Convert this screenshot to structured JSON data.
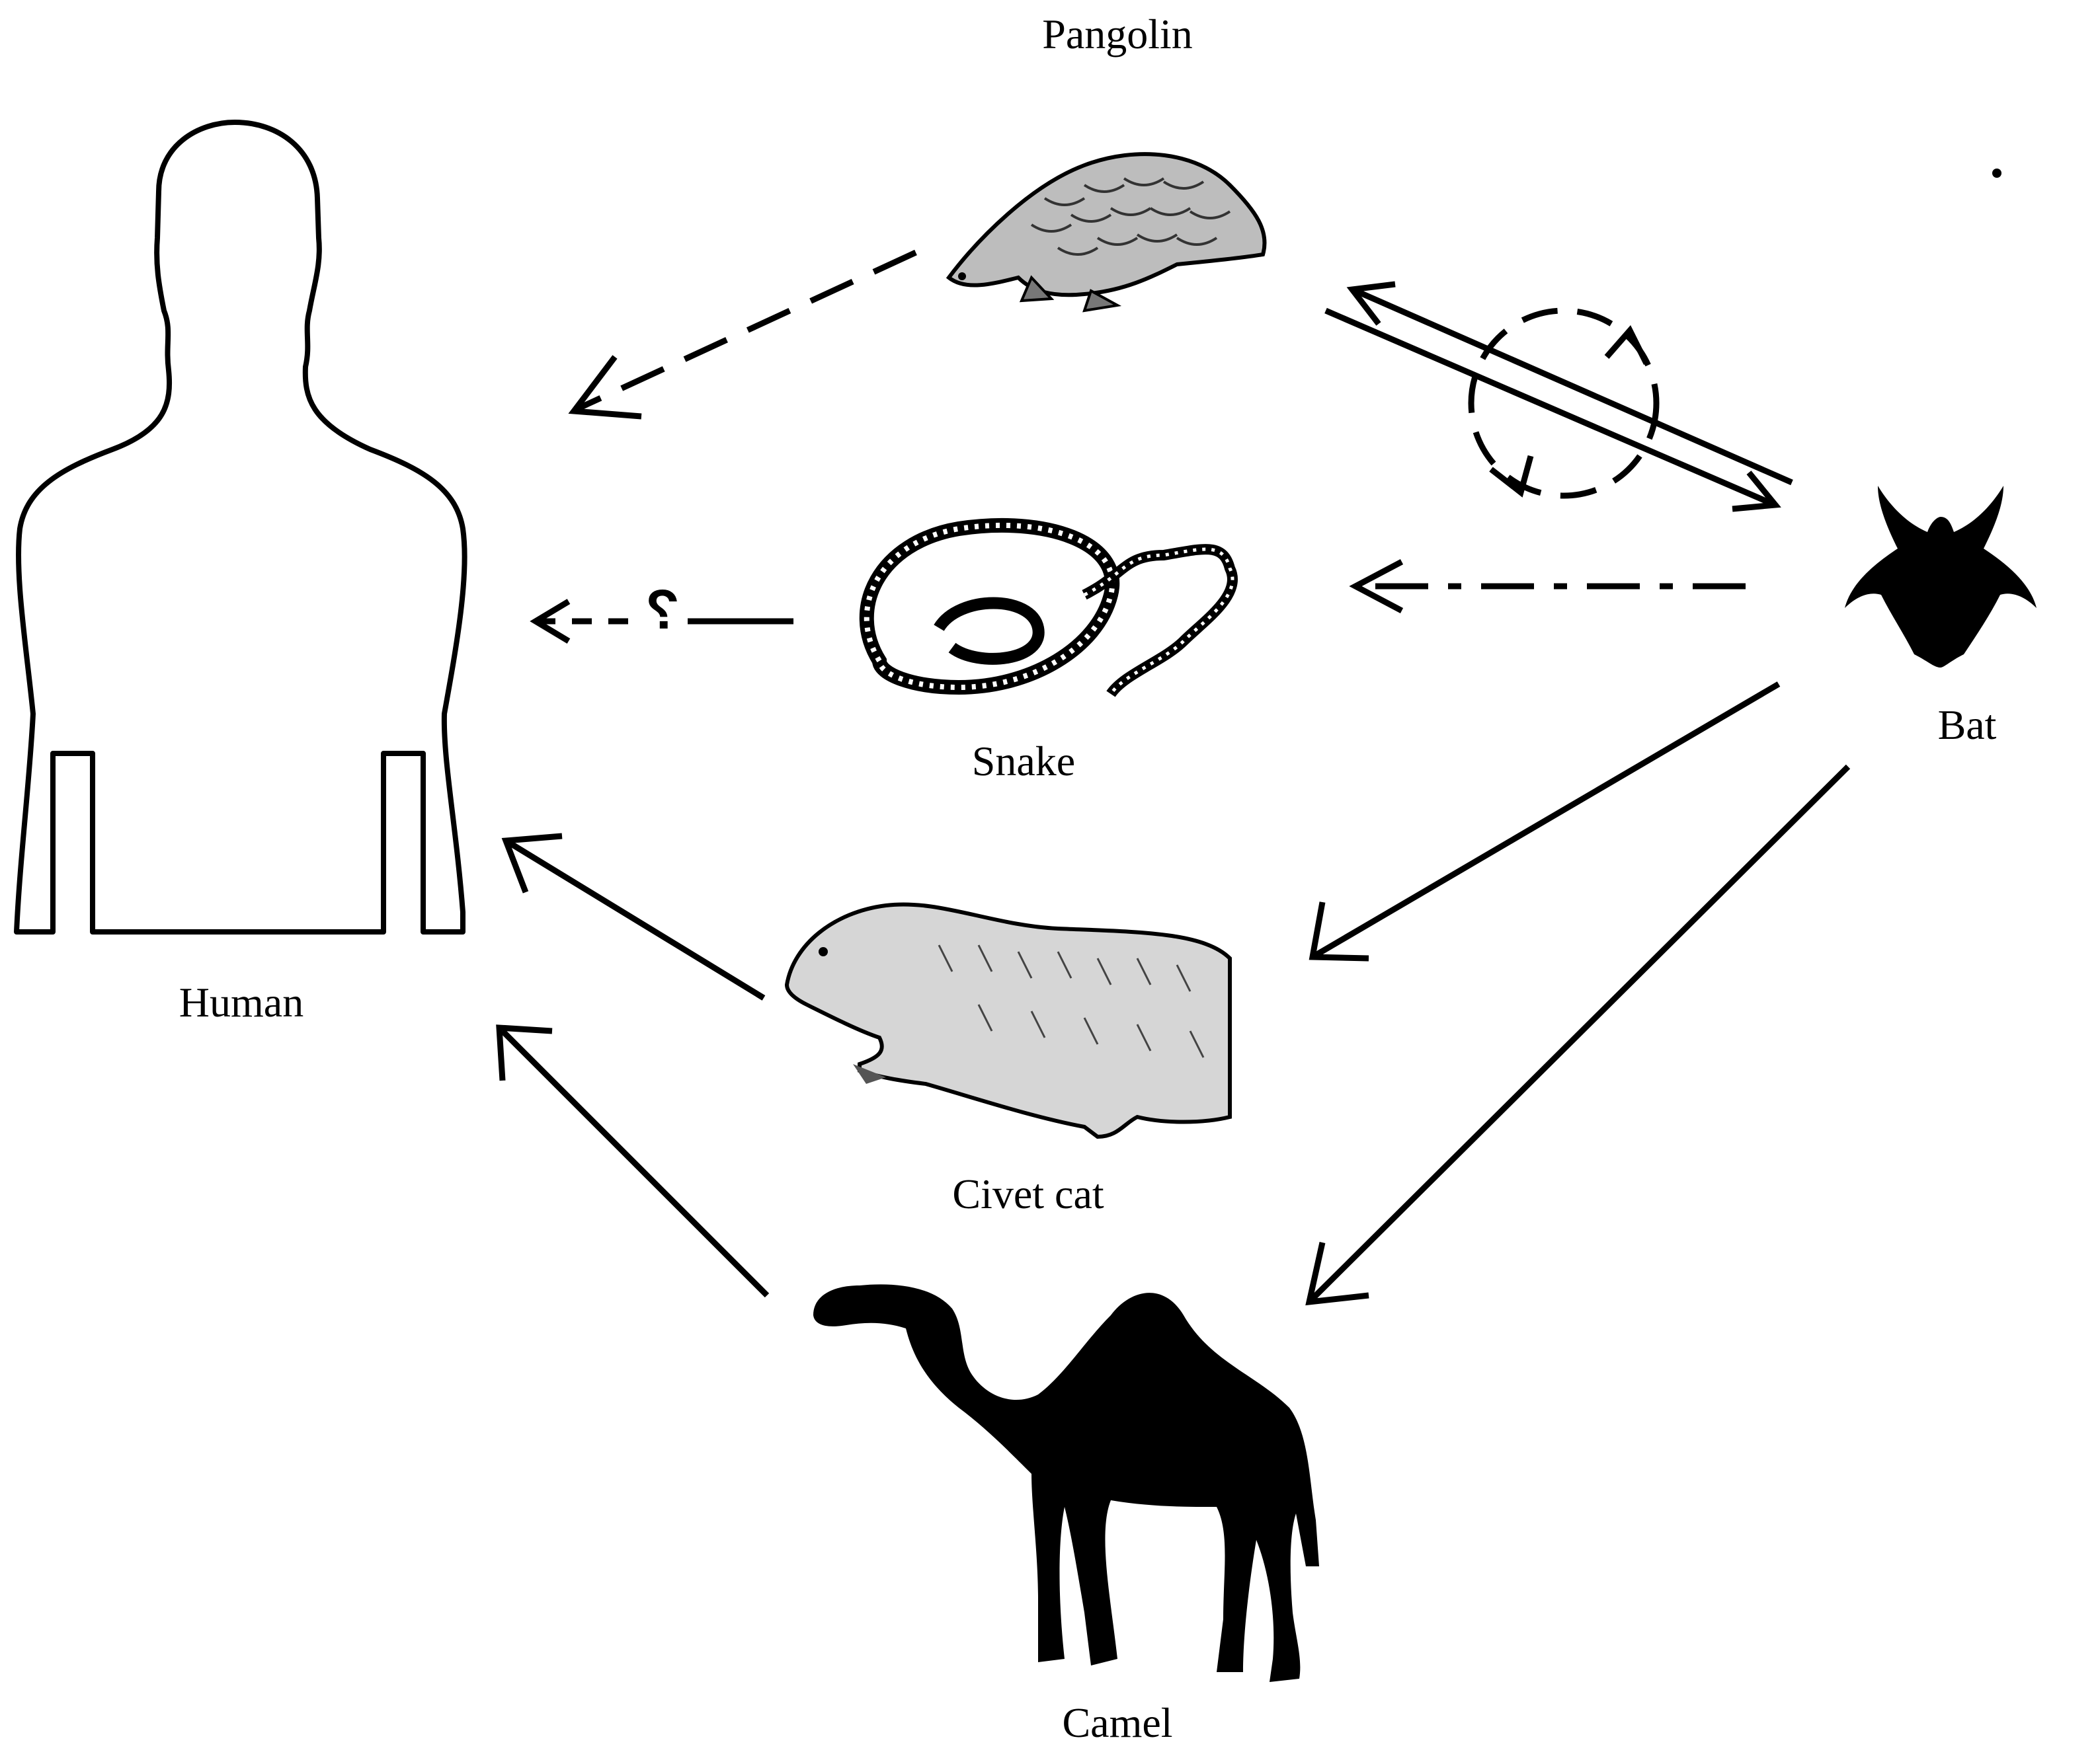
{
  "nodes": {
    "human": {
      "label": "Human"
    },
    "pangolin": {
      "label": "Pangolin"
    },
    "snake": {
      "label": "Snake"
    },
    "civet": {
      "label": "Civet cat"
    },
    "camel": {
      "label": "Camel"
    },
    "bat": {
      "label": "Bat"
    }
  },
  "annotations": {
    "uncertain_mark": "?"
  },
  "edges": [
    {
      "from": "pangolin",
      "to": "human",
      "style": "dashed"
    },
    {
      "from": "bat",
      "to": "pangolin",
      "style": "solid"
    },
    {
      "from": "pangolin",
      "to": "bat",
      "style": "solid"
    },
    {
      "from": "bat",
      "to": "snake",
      "style": "dash-dot"
    },
    {
      "from": "snake",
      "to": "human",
      "style": "uncertain"
    },
    {
      "from": "bat",
      "to": "civet",
      "style": "solid"
    },
    {
      "from": "civet",
      "to": "human",
      "style": "solid"
    },
    {
      "from": "bat",
      "to": "camel",
      "style": "solid"
    },
    {
      "from": "camel",
      "to": "human",
      "style": "solid"
    }
  ],
  "colors": {
    "ink": "#000000",
    "background": "#ffffff"
  }
}
